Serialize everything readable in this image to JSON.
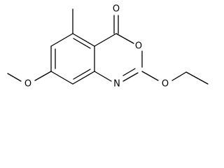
{
  "molecule": {
    "atoms": {
      "carbonyl_oxygen": "O",
      "ring_oxygen": "O",
      "ring_nitrogen": "N",
      "ethoxy_oxygen": "O",
      "methoxy_oxygen": "O"
    }
  }
}
